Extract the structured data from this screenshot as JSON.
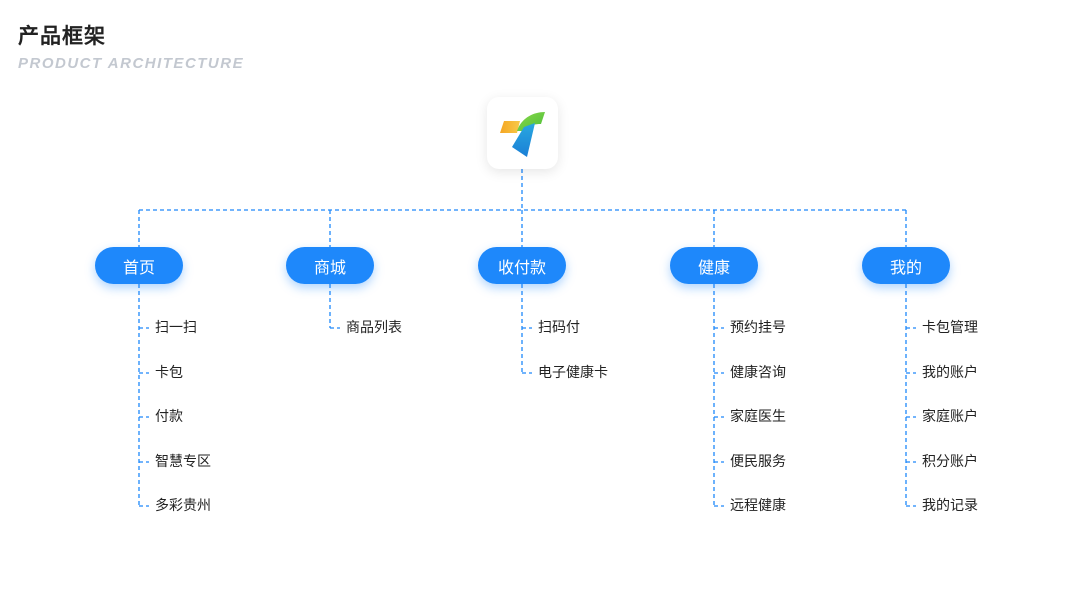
{
  "header": {
    "title": "产品框架",
    "subtitle": "PRODUCT ARCHITECTURE"
  },
  "colors": {
    "accent": "#1e88fb",
    "line": "#1e88fb"
  },
  "logo": {
    "icon": "app-logo-icon"
  },
  "columns": [
    {
      "label": "首页",
      "children": [
        "扫一扫",
        "卡包",
        "付款",
        "智慧专区",
        "多彩贵州"
      ]
    },
    {
      "label": "商城",
      "children": [
        "商品列表"
      ]
    },
    {
      "label": "收付款",
      "children": [
        "扫码付",
        "电子健康卡"
      ]
    },
    {
      "label": "健康",
      "children": [
        "预约挂号",
        "健康咨询",
        "家庭医生",
        "便民服务",
        "远程健康"
      ]
    },
    {
      "label": "我的",
      "children": [
        "卡包管理",
        "我的账户",
        "家庭账户",
        "积分账户",
        "我的记录"
      ]
    }
  ]
}
